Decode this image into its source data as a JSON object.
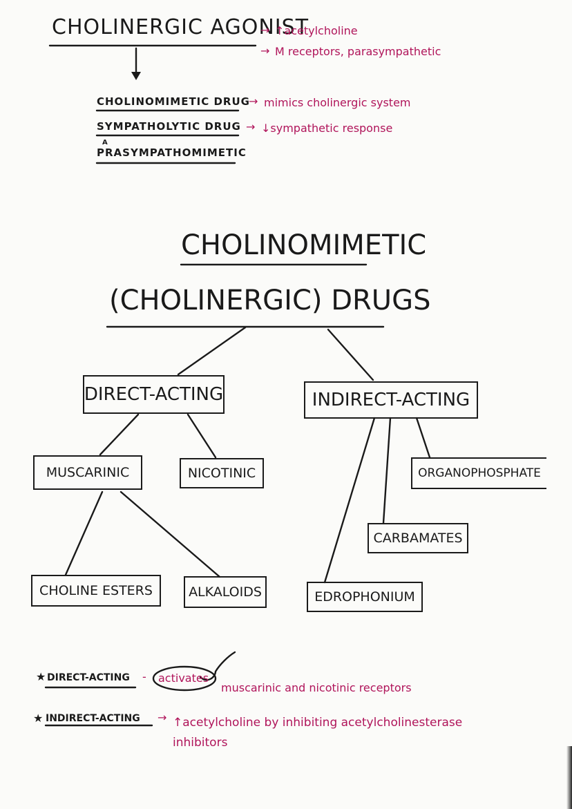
{
  "header": {
    "agonist_title": "CHOLINERGIC AGONIST",
    "agonist_notes": [
      {
        "arrow": "→",
        "text": "↑acetylcholine"
      },
      {
        "arrow": "→",
        "text": "M receptors, parasympathetic"
      }
    ],
    "synonyms": [
      {
        "label": "CHOLINOMIMETIC DRUG",
        "note": "mimics cholinergic system"
      },
      {
        "label": "SYMPATHOLYTIC DRUG",
        "note": "↓sympathetic response"
      },
      {
        "label": "PRASYMPATHOMIMETIC",
        "note": ""
      }
    ],
    "insert_mark": "A"
  },
  "diagram": {
    "title_line1": "CHOLINOMIMETIC",
    "title_line2": "(CHOLINERGIC) DRUGS",
    "direct": {
      "label": "DIRECT-ACTING",
      "children": {
        "muscarinic": {
          "label": "MUSCARINIC",
          "children": [
            "CHOLINE ESTERS",
            "ALKALOIDS"
          ]
        },
        "nicotinic": {
          "label": "NICOTINIC"
        }
      }
    },
    "indirect": {
      "label": "INDIRECT-ACTING",
      "children": [
        "EDROPHONIUM",
        "CARBAMATES",
        "ORGANOPHOSPHATE"
      ]
    }
  },
  "footnotes": {
    "direct": {
      "star": "★",
      "term": "DIRECT-ACTING",
      "dash": "-",
      "circled": "activates",
      "rest": "muscarinic and nicotinic receptors"
    },
    "indirect": {
      "star": "★",
      "term": "INDIRECT-ACTING",
      "arrow": "→",
      "line1": "↑acetylcholine by inhibiting acetylcholinesterase",
      "line2": "inhibitors"
    }
  },
  "colors": {
    "ink": "#1a1a1a",
    "accent_pink": "#b0145a",
    "paper": "#fbfbf9"
  }
}
